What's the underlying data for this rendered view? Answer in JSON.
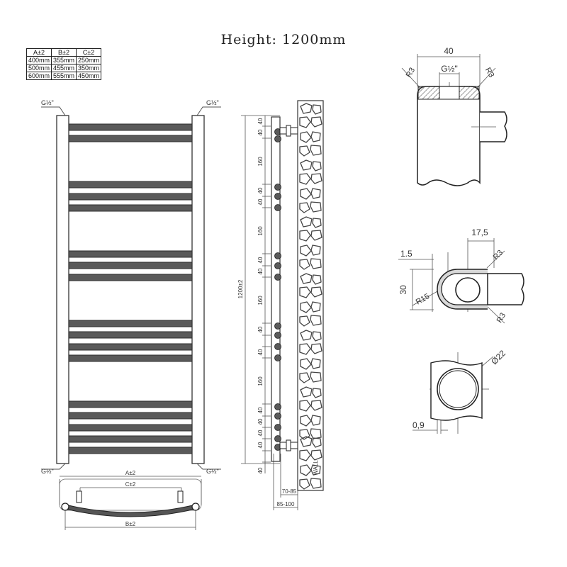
{
  "title": "Height: 1200mm",
  "dims_table": {
    "headers": [
      "A±2",
      "B±2",
      "C±2"
    ],
    "rows": [
      [
        "400mm",
        "355mm",
        "250mm"
      ],
      [
        "500mm",
        "455mm",
        "350mm"
      ],
      [
        "600mm",
        "555mm",
        "450mm"
      ]
    ]
  },
  "front_view": {
    "inlet_labels": [
      "G½\"",
      "G½\"",
      "G½\"",
      "G½\""
    ]
  },
  "top_view": {
    "label_a": "A±2",
    "label_c": "C±2",
    "label_b": "B±2"
  },
  "side_view": {
    "spacings": [
      "40",
      "40",
      "160",
      "40",
      "40",
      "160",
      "40",
      "40",
      "160",
      "40",
      "40",
      "160",
      "40",
      "40",
      "40",
      "40",
      "40"
    ],
    "height_label": "1200±2",
    "wall_label_inner": "70-85",
    "wall_label_outer": "85-100",
    "wall_text": "WALL"
  },
  "detail_top": {
    "width": "40",
    "thread": "G½\"",
    "radius_left": "R3",
    "radius_right": "R3"
  },
  "detail_mid": {
    "wall": "1.5",
    "offset": "17,5",
    "height": "30",
    "radius_big": "R15",
    "radius_top": "R3",
    "radius_bottom": "R3"
  },
  "detail_bottom": {
    "diameter": "Ø22",
    "wall": "0,9"
  }
}
